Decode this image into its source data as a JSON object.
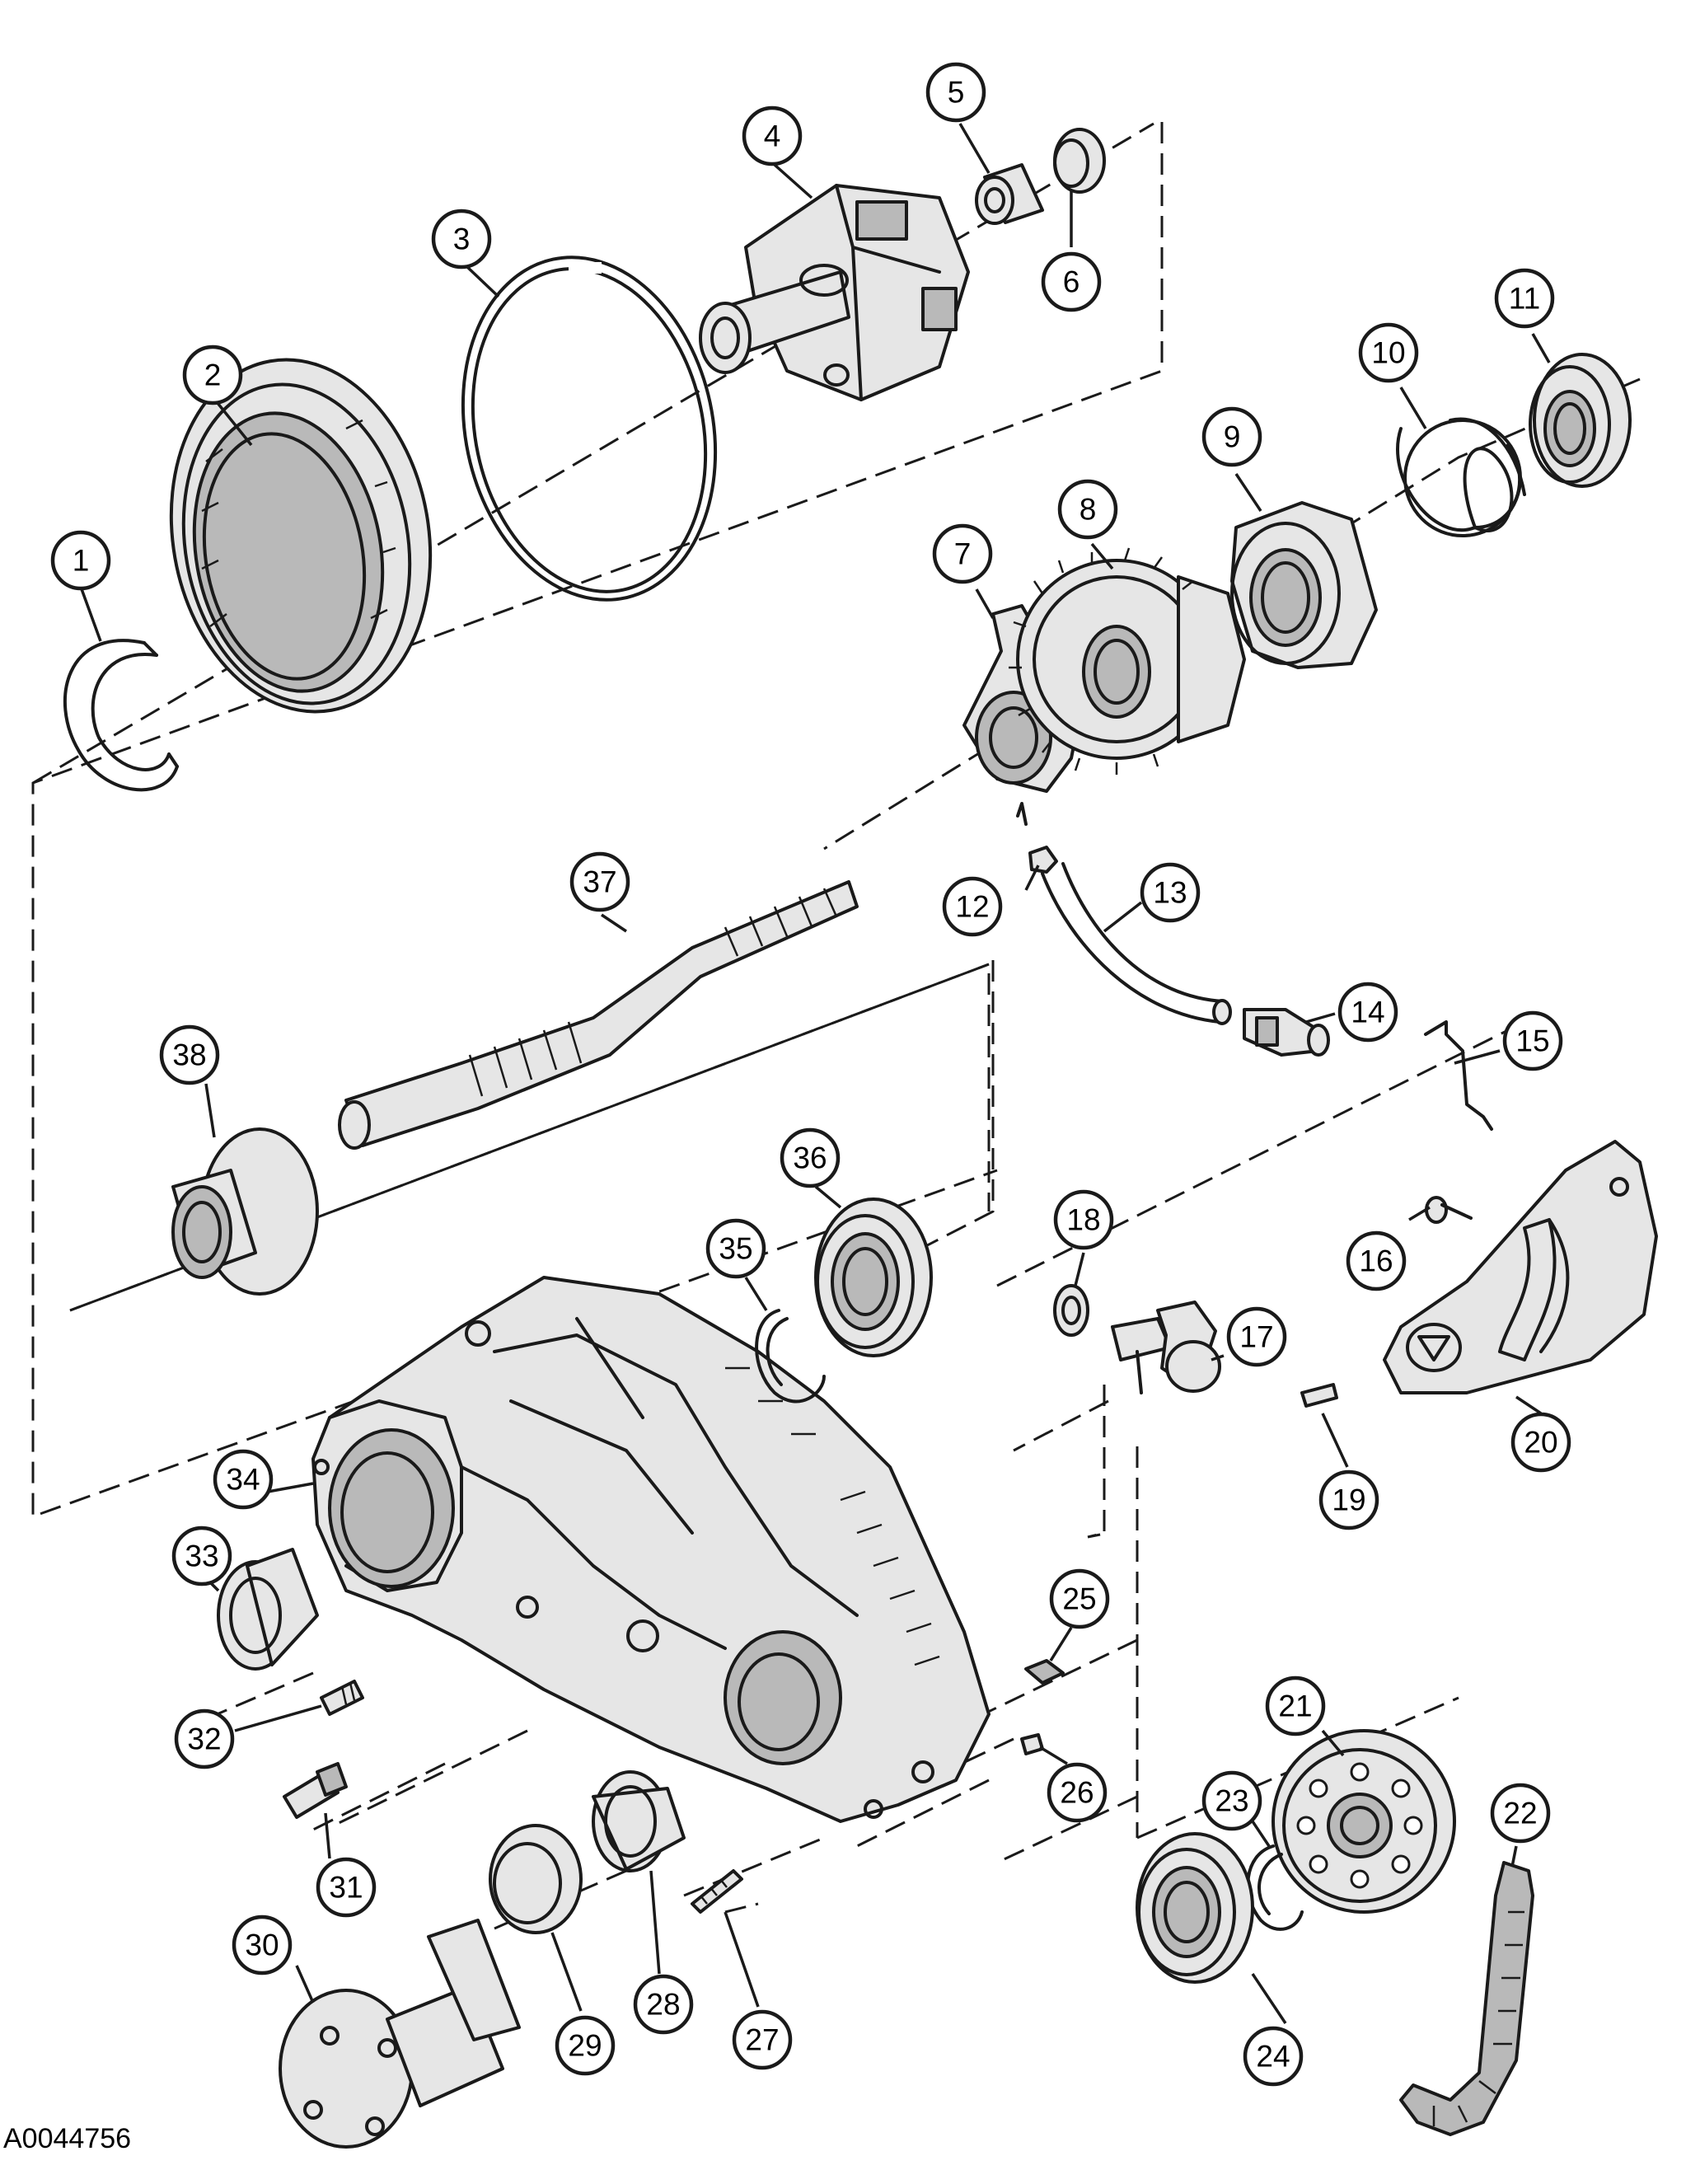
{
  "figure": {
    "reference_code": "A0044756"
  },
  "callouts": [
    {
      "n": "1"
    },
    {
      "n": "2"
    },
    {
      "n": "3"
    },
    {
      "n": "4"
    },
    {
      "n": "5"
    },
    {
      "n": "6"
    },
    {
      "n": "7"
    },
    {
      "n": "8"
    },
    {
      "n": "9"
    },
    {
      "n": "10"
    },
    {
      "n": "11"
    },
    {
      "n": "12"
    },
    {
      "n": "13"
    },
    {
      "n": "14"
    },
    {
      "n": "15"
    },
    {
      "n": "16"
    },
    {
      "n": "17"
    },
    {
      "n": "18"
    },
    {
      "n": "19"
    },
    {
      "n": "20"
    },
    {
      "n": "21"
    },
    {
      "n": "22"
    },
    {
      "n": "23"
    },
    {
      "n": "24"
    },
    {
      "n": "25"
    },
    {
      "n": "26"
    },
    {
      "n": "27"
    },
    {
      "n": "28"
    },
    {
      "n": "29"
    },
    {
      "n": "30"
    },
    {
      "n": "31"
    },
    {
      "n": "32"
    },
    {
      "n": "33"
    },
    {
      "n": "34"
    },
    {
      "n": "35"
    },
    {
      "n": "36"
    },
    {
      "n": "37"
    },
    {
      "n": "38"
    }
  ]
}
